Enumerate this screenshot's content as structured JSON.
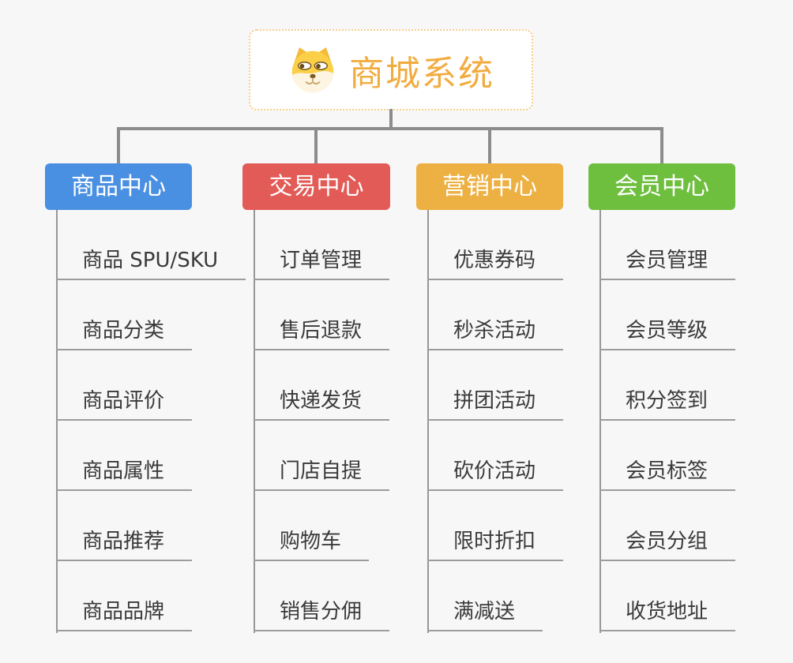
{
  "root": {
    "title": "商城系统",
    "icon": "doge-icon"
  },
  "colors": {
    "background": "#f7f7f7",
    "root_border": "#f6cd8a",
    "root_title": "#f1ac40",
    "connector": "#8c8c8c",
    "leaf_text": "#3a3a3a",
    "leaf_underline": "#9c9c9c",
    "branch_product": "#4a90e2",
    "branch_trade": "#e25b56",
    "branch_marketing": "#edb042",
    "branch_member": "#6fbf3f"
  },
  "branches": [
    {
      "label": "商品中心",
      "color": "#4a90e2",
      "items": [
        "商品 SPU/SKU",
        "商品分类",
        "商品评价",
        "商品属性",
        "商品推荐",
        "商品品牌"
      ]
    },
    {
      "label": "交易中心",
      "color": "#e25b56",
      "items": [
        "订单管理",
        "售后退款",
        "快递发货",
        "门店自提",
        "购物车",
        "销售分佣"
      ]
    },
    {
      "label": "营销中心",
      "color": "#edb042",
      "items": [
        "优惠券码",
        "秒杀活动",
        "拼团活动",
        "砍价活动",
        "限时折扣",
        "满减送"
      ]
    },
    {
      "label": "会员中心",
      "color": "#6fbf3f",
      "items": [
        "会员管理",
        "会员等级",
        "积分签到",
        "会员标签",
        "会员分组",
        "收货地址"
      ]
    }
  ]
}
